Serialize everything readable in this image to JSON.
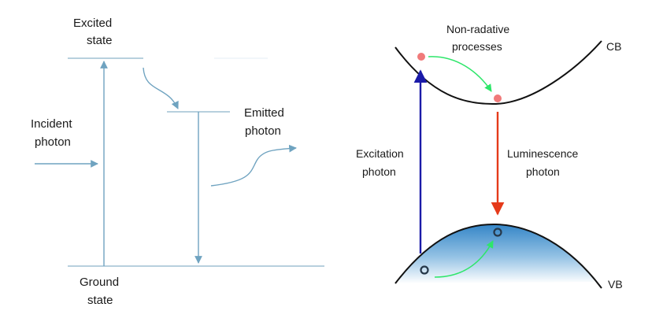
{
  "left_diagram": {
    "excited_state": [
      "Excited",
      "state"
    ],
    "incident_photon": [
      "Incident",
      "photon"
    ],
    "emitted_photon": [
      "Emitted",
      "photon"
    ],
    "ground_state": [
      "Ground",
      "state"
    ]
  },
  "right_diagram": {
    "non_radiative": [
      "Non-radative",
      "processes"
    ],
    "cb": "CB",
    "vb": "VB",
    "excitation_photon": [
      "Excitation",
      "photon"
    ],
    "luminescence_photon": [
      "Luminescence",
      "photon"
    ]
  },
  "colors": {
    "level_line": "#9fc1d3",
    "arrow_blue": "#6fa3c0",
    "band_line": "#111111",
    "excitation": "#1a1aa8",
    "luminescence": "#e53a1a",
    "non_radiative": "#2ee66a",
    "electron": "#f07a7a",
    "hole_fill_top": "#2a7fc4"
  }
}
